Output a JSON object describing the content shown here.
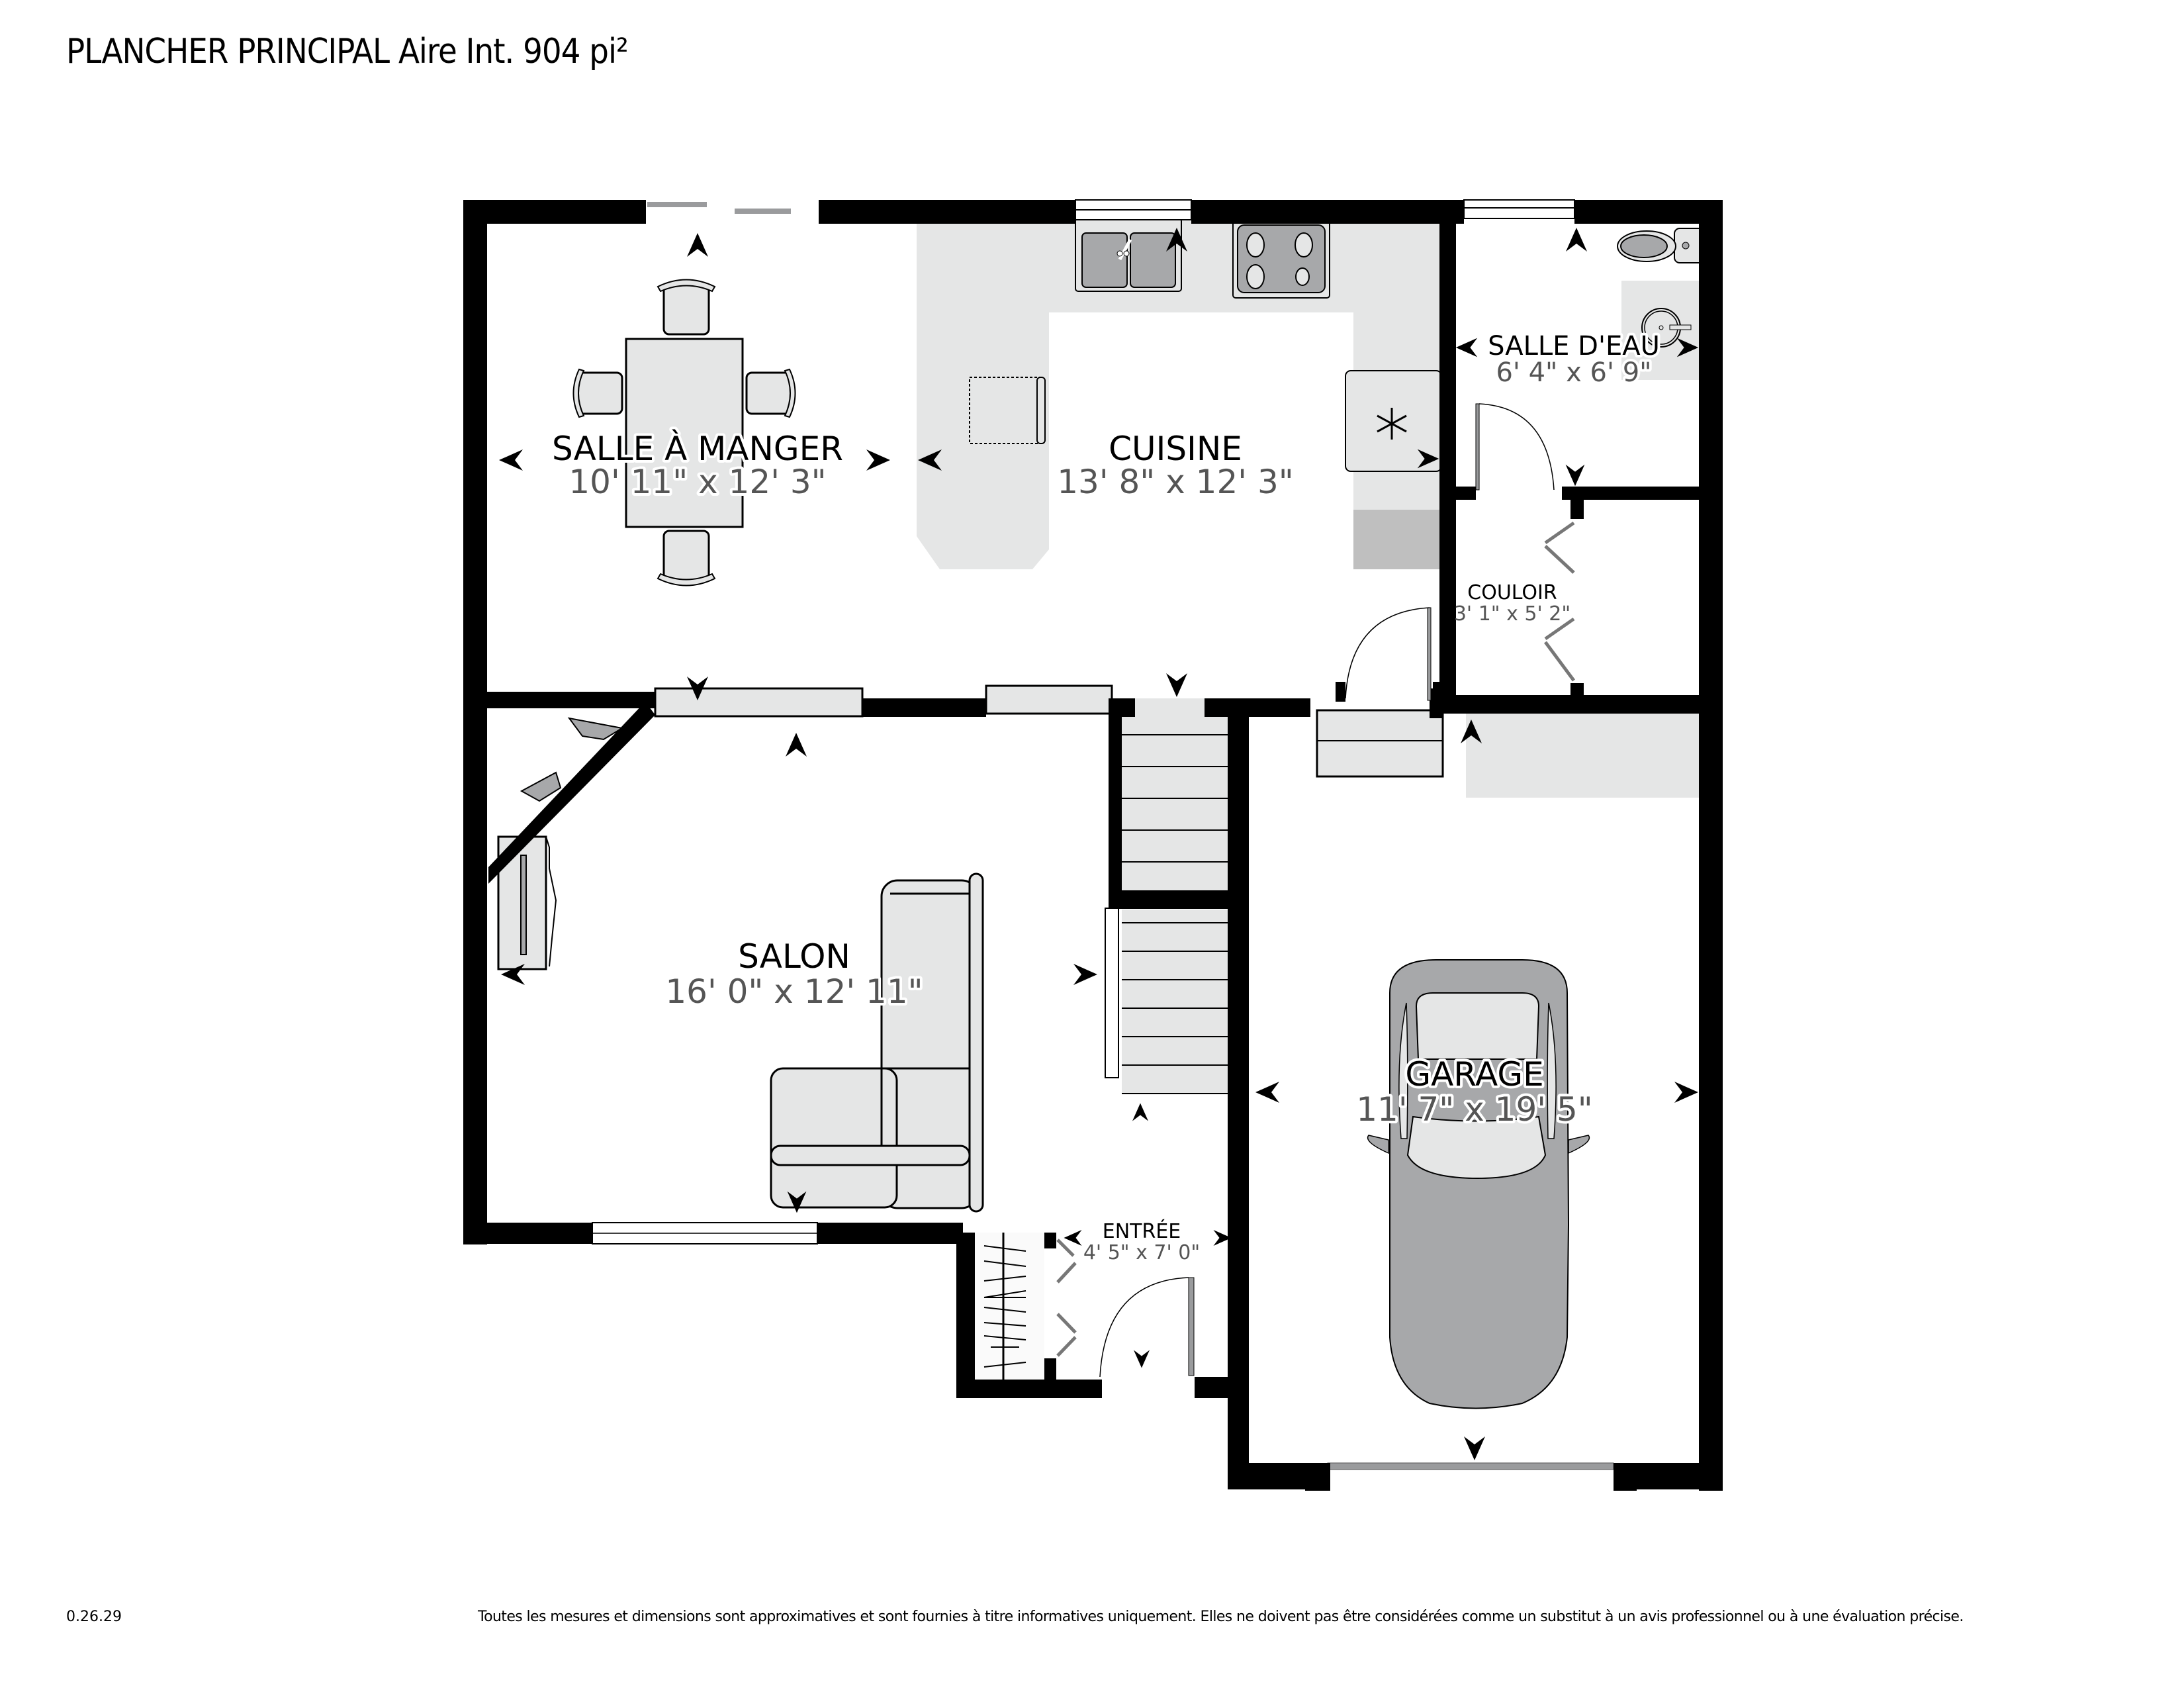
{
  "header": {
    "title": "PLANCHER PRINCIPAL Aire Int. 904 pi²"
  },
  "footer": {
    "version": "0.26.29",
    "disclaimer": "Toutes les mesures et dimensions sont approximatives et sont fournies à titre informatives uniquement. Elles ne doivent pas être considérées comme un substitut à un avis professionnel ou à une évaluation précise."
  },
  "rooms": {
    "salle_a_manger": {
      "name": "SALLE À MANGER",
      "dims": "10' 11\" x 12' 3\""
    },
    "cuisine": {
      "name": "CUISINE",
      "dims": "13' 8\" x 12' 3\""
    },
    "salle_deau": {
      "name": "SALLE D'EAU",
      "dims": "6' 4\" x 6' 9\""
    },
    "couloir": {
      "name": "COULOIR",
      "dims": "3' 1\" x 5' 2\""
    },
    "salon": {
      "name": "SALON",
      "dims": "16' 0\" x 12' 11\""
    },
    "entree": {
      "name": "ENTRÉE",
      "dims": "4' 5\" x 7' 0\""
    },
    "garage": {
      "name": "GARAGE",
      "dims": "11' 7\" x 19' 5\""
    }
  },
  "colors": {
    "wall": "#000000",
    "fixture_light": "#e5e6e6",
    "fixture_dark": "#a7a8aa",
    "window": "#9a9b9d",
    "dim_text": "#555555"
  }
}
